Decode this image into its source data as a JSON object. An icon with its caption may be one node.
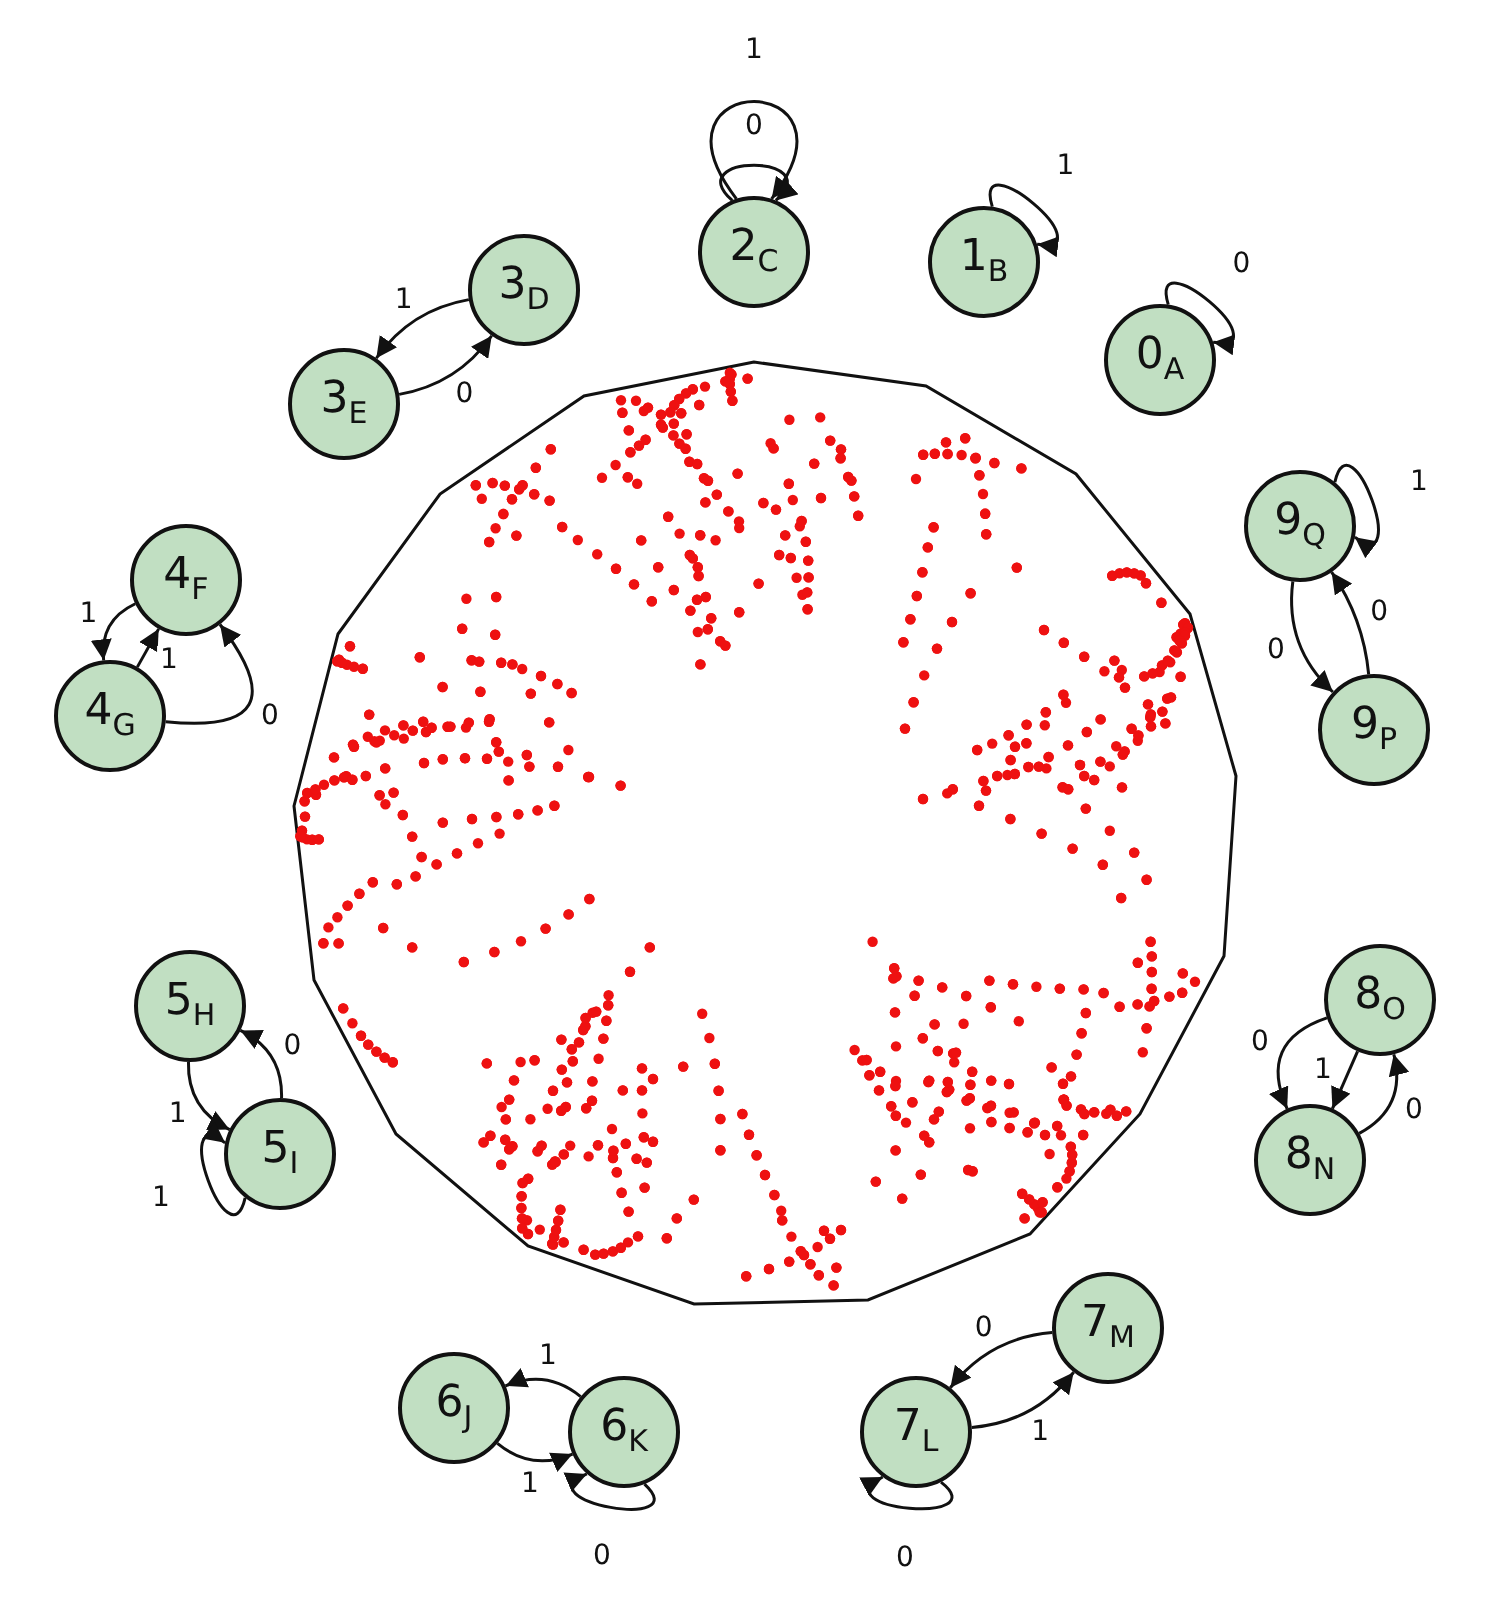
{
  "diagram": {
    "nodes": [
      {
        "text": [
          "0$_{A}$"
        ]
      },
      {
        "text": [
          "1$_{B}$"
        ]
      },
      {
        "text": [
          "2$_{C}$"
        ]
      },
      {
        "text": [
          "3$_{D}$"
        ]
      },
      {
        "text": [
          "3$_{E}$"
        ]
      },
      {
        "text": [
          "4$_{F}$"
        ]
      },
      {
        "text": [
          "4$_{G}$"
        ]
      },
      {
        "text": [
          "5$_{H}$"
        ]
      },
      {
        "text": [
          "5$_{I}$"
        ]
      },
      {
        "text": [
          "6$_{J}$"
        ]
      },
      {
        "text": [
          "6$_{K}$"
        ]
      },
      {
        "text": [
          "7$_{L}$"
        ]
      },
      {
        "text": [
          "7$_{M}$"
        ]
      },
      {
        "text": [
          "8$_{N}$"
        ]
      },
      {
        "text": [
          "8$_{O}$"
        ]
      },
      {
        "text": [
          "9$_{P}$"
        ]
      },
      {
        "text": [
          "9$_{Q}$"
        ]
      }
    ],
    "edges": [
      {
        "from": 0,
        "to": 0,
        "arrow": "to",
        "label": "0"
      },
      {
        "from": 1,
        "to": 1,
        "arrow": "to",
        "label": "1"
      },
      {
        "from": 2,
        "to": 2,
        "arrow": "to",
        "label": "1"
      },
      {
        "from": 2,
        "to": 2,
        "arrow": "to",
        "label": "0"
      },
      {
        "from": 3,
        "to": 4,
        "arrow": "to",
        "label": "1"
      },
      {
        "from": 4,
        "to": 3,
        "arrow": "to",
        "label": "0"
      },
      {
        "from": 5,
        "to": 6,
        "arrow": "to",
        "label": "1"
      },
      {
        "from": 6,
        "to": 5,
        "arrow": "to",
        "label": "1"
      },
      {
        "from": 6,
        "to": 5,
        "arrow": "to",
        "label": "0"
      },
      {
        "from": 7,
        "to": 8,
        "arrow": "to",
        "label": "1"
      },
      {
        "from": 8,
        "to": 7,
        "arrow": "to",
        "label": "0"
      },
      {
        "from": 8,
        "to": 8,
        "arrow": "to",
        "label": "1"
      },
      {
        "from": 10,
        "to": 9,
        "arrow": "to",
        "label": "1"
      },
      {
        "from": 9,
        "to": 10,
        "arrow": "to",
        "label": "1"
      },
      {
        "from": 10,
        "to": 10,
        "arrow": "to",
        "label": "0"
      },
      {
        "from": 12,
        "to": 11,
        "arrow": "to",
        "label": "0"
      },
      {
        "from": 11,
        "to": 12,
        "arrow": "to",
        "label": "1"
      },
      {
        "from": 11,
        "to": 11,
        "arrow": "to",
        "label": "0"
      },
      {
        "from": 14,
        "to": 13,
        "arrow": "to",
        "label": "0"
      },
      {
        "from": 14,
        "to": 13,
        "arrow": "to",
        "label": "1"
      },
      {
        "from": 13,
        "to": 14,
        "arrow": "to",
        "label": "0"
      },
      {
        "from": 16,
        "to": 15,
        "arrow": "to",
        "label": "0"
      },
      {
        "from": 15,
        "to": 16,
        "arrow": "to",
        "label": "0"
      },
      {
        "from": 16,
        "to": 16,
        "arrow": "to",
        "label": "1"
      }
    ]
  }
}
